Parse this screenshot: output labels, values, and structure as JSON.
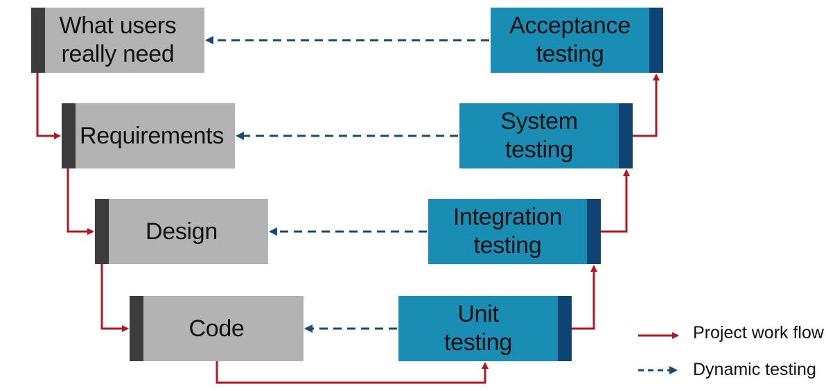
{
  "colors": {
    "dev_box": "#b3b3b3",
    "dev_bar": "#3c3c3c",
    "test_box": "#1a8db5",
    "test_bar": "#0d4473",
    "work_flow": "#b2161f",
    "dynamic_testing": "#144a74"
  },
  "dev_stages": [
    {
      "id": "users-need",
      "label": "What users\nreally need"
    },
    {
      "id": "requirements",
      "label": "Requirements"
    },
    {
      "id": "design",
      "label": "Design"
    },
    {
      "id": "code",
      "label": "Code"
    }
  ],
  "test_stages": [
    {
      "id": "acceptance",
      "label": "Acceptance\ntesting"
    },
    {
      "id": "system",
      "label": "System\ntesting"
    },
    {
      "id": "integration",
      "label": "Integration\ntesting"
    },
    {
      "id": "unit",
      "label": "Unit\ntesting"
    }
  ],
  "legend": {
    "work_flow": "Project work flow",
    "dynamic_testing": "Dynamic testing"
  }
}
